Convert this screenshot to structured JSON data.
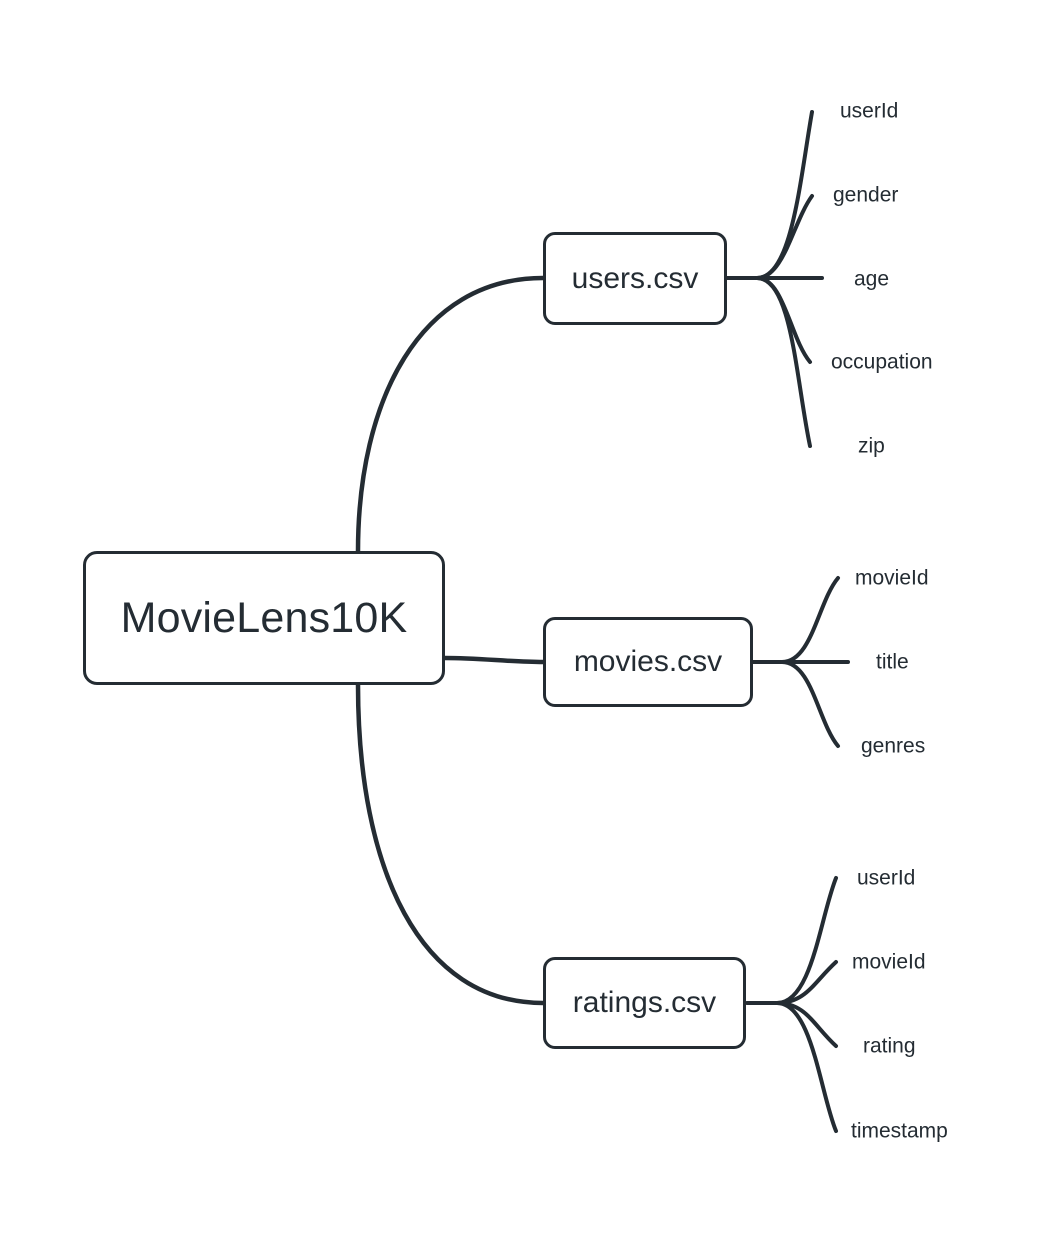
{
  "diagram": {
    "type": "mind-map",
    "title": "MovieLens10K",
    "background_color": "#ffffff",
    "stroke_color": "#242c33",
    "node_fill_color": "#ffffff",
    "root": {
      "label": "MovieLens10K"
    },
    "branches": [
      {
        "id": "users",
        "label": "users.csv",
        "leaves": [
          {
            "label": "userId"
          },
          {
            "label": "gender"
          },
          {
            "label": "age"
          },
          {
            "label": "occupation"
          },
          {
            "label": "zip"
          }
        ]
      },
      {
        "id": "movies",
        "label": "movies.csv",
        "leaves": [
          {
            "label": "movieId"
          },
          {
            "label": "title"
          },
          {
            "label": "genres"
          }
        ]
      },
      {
        "id": "ratings",
        "label": "ratings.csv",
        "leaves": [
          {
            "label": "userId"
          },
          {
            "label": "movieId"
          },
          {
            "label": "rating"
          },
          {
            "label": "timestamp"
          }
        ]
      }
    ]
  }
}
